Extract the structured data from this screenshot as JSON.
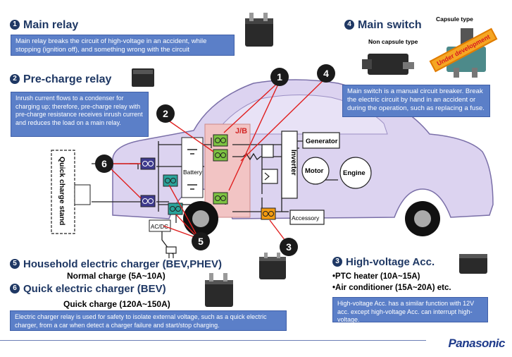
{
  "sections": {
    "main_relay": {
      "num": "1",
      "title": "Main relay",
      "desc": "Main relay breaks the circuit of high-voltage in an accident, while stopping (ignition off), and something wrong with the circuit"
    },
    "pre_charge": {
      "num": "2",
      "title": "Pre-charge relay",
      "desc": "Inrush current flows to a condenser for charging up; therefore, pre-charge relay with pre-charge resistance receives inrush current and reduces the load on a main relay."
    },
    "high_voltage": {
      "num": "3",
      "title": "High-voltage Acc.",
      "items": [
        "•PTC heater (10A~15A)",
        "•Air conditioner (15A~20A) etc."
      ],
      "desc": "High-voltage Acc. has a similar function with 12V acc. except high-voltage Acc. can interrupt high-voltage."
    },
    "main_switch": {
      "num": "4",
      "title": "Main switch",
      "capsule_label": "Capsule type",
      "non_capsule_label": "Non capsule type",
      "stamp": "Under development",
      "desc": "Main switch is a manual circuit breaker. Break the electric circuit by hand in an accident or during the operation, such as replacing a fuse."
    },
    "household": {
      "num": "5",
      "title": "Household electric charger (BEV,PHEV)",
      "sub": "Normal charge (5A~10A)"
    },
    "quick": {
      "num": "6",
      "title": "Quick electric charger (BEV)",
      "sub": "Quick charge (120A~150A)",
      "desc": "Electric charger relay is used for safety to isolate external voltage, such as a quick electric charger, from a car when detect a charger failure and start/stop charging."
    }
  },
  "diagram": {
    "jb_label": "J/B",
    "battery_label": "Battery",
    "inverter_label": "Inverter",
    "generator_label": "Generator",
    "motor_label": "Motor",
    "engine_label": "Engine",
    "accessory_label": "Accessory",
    "acdc_label": "AC/DC",
    "quick_stand_label": "Quick charge stand",
    "badges": [
      "1",
      "2",
      "3",
      "4",
      "5",
      "6"
    ]
  },
  "brand": {
    "logo": "Panasonic"
  },
  "colors": {
    "heading": "#1f3864",
    "box": "#5b7fc8",
    "car": "#dcd3f0",
    "jb": "#f2c4c4",
    "relay_green": "#7dc242",
    "relay_purple": "#3e3a8e",
    "relay_teal": "#2aa39a",
    "relay_orange": "#f39c12"
  }
}
